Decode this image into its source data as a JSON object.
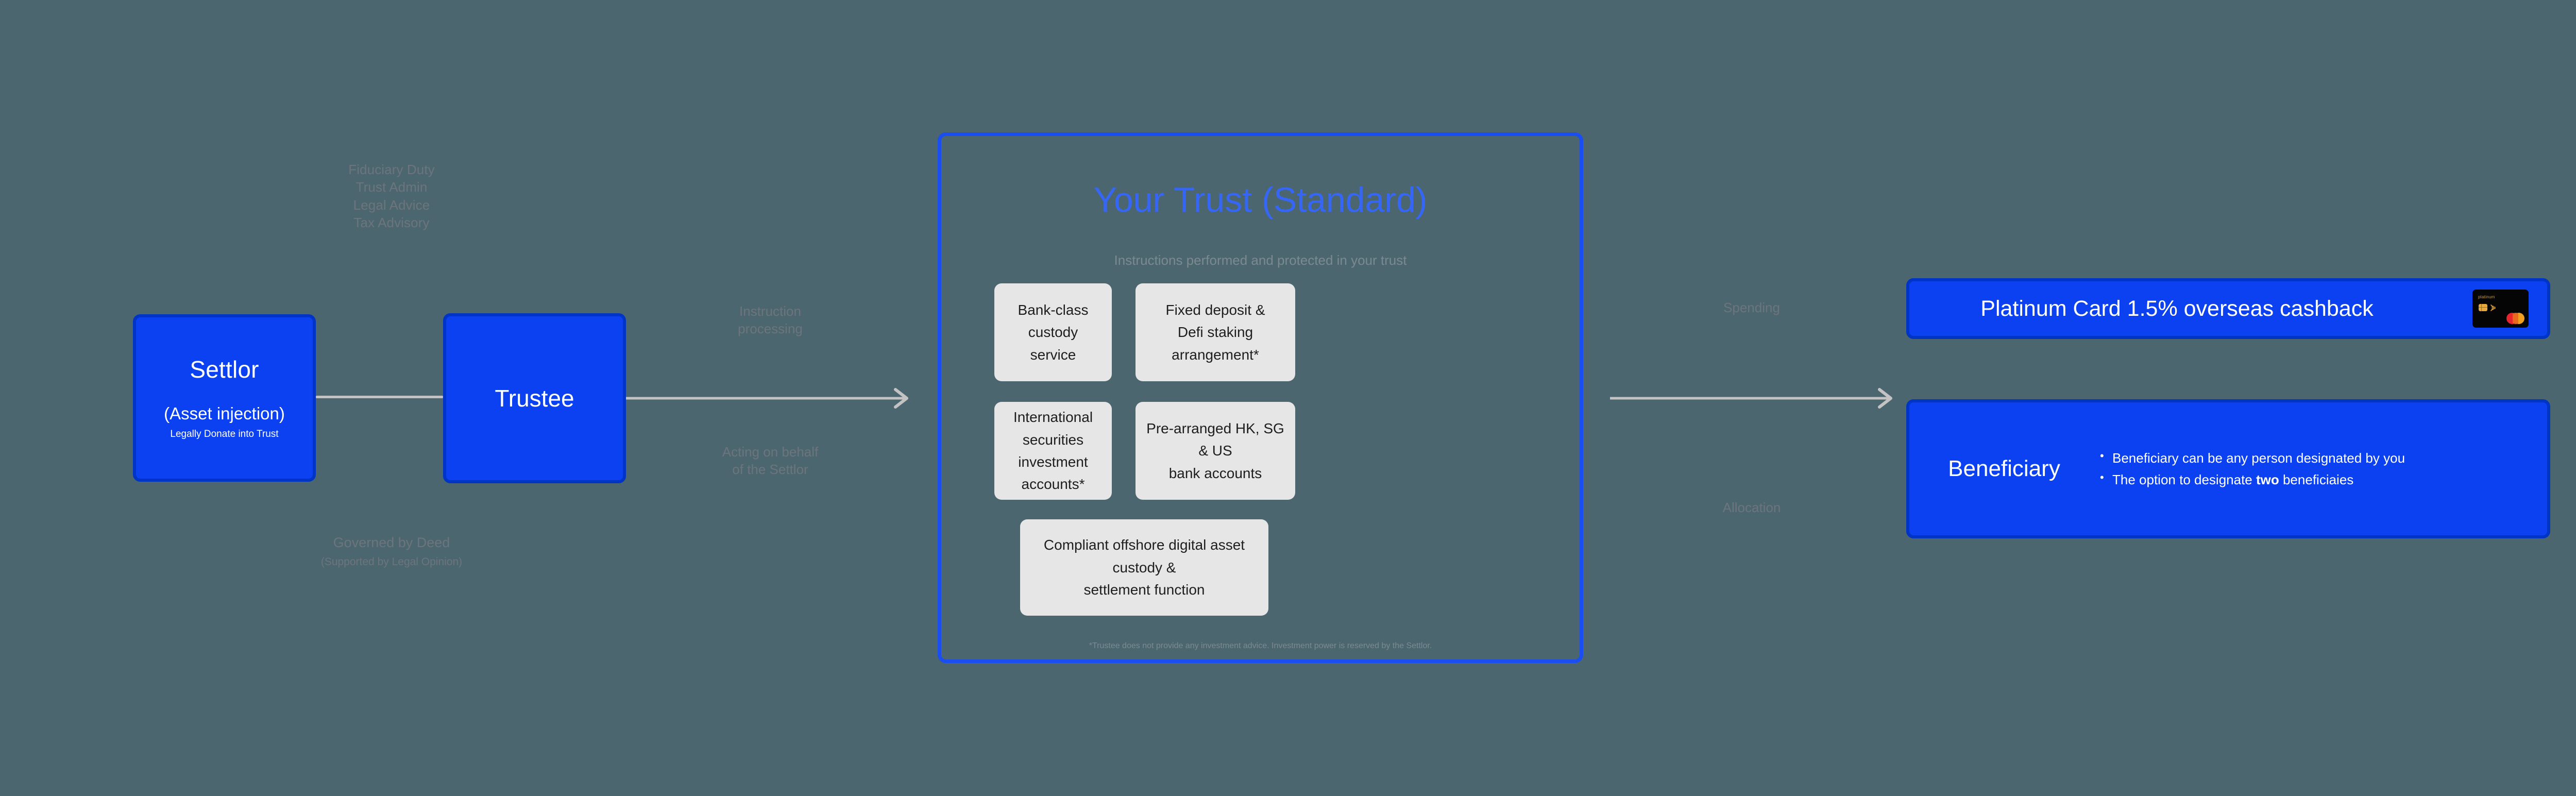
{
  "theme": {
    "background": "#4c6670",
    "brand_blue": "#0b41f0",
    "brand_blue_border": "#0034c4",
    "trust_border": "#1a4ef0",
    "trust_title_color": "#3566f5",
    "muted_text": "#6c757d",
    "card_fill": "#e6e6e6",
    "connector": "#c3c3c3"
  },
  "settlor": {
    "title": "Settlor",
    "subtitle": "(Asset injection)",
    "note": "Legally Donate into Trust"
  },
  "trustee": {
    "title": "Trustee"
  },
  "captions": {
    "fiduciary": "Fiduciary Duty\nTrust Admin\nLegal Advice\nTax Advisory",
    "governed": "Governed by Deed",
    "governed_sub": "(Supported by Legal Opinion)",
    "instruction": "Instruction\nprocessing",
    "acting": "Acting on behalf\nof the Settlor",
    "spending": "Spending",
    "allocation": "Allocation"
  },
  "trust": {
    "title": "Your Trust (Standard)",
    "subtitle": "Instructions performed and protected in your trust",
    "services": [
      "Bank-class custody service",
      "Fixed deposit &\nDefi staking arrangement*",
      "International securities\ninvestment accounts*",
      "Pre-arranged HK, SG & US\nbank accounts",
      "Compliant offshore digital asset custody &\nsettlement function"
    ],
    "footnote": "*Trustee does not provide any investment advice. Investment power is reserved by the Settlor."
  },
  "card_panel": {
    "headline": "Platinum Card 1.5% overseas cashback",
    "card_art": {
      "brand_text": "platinum",
      "chip": "emv-chip",
      "contactless": "contactless-icon",
      "network_logo": "mastercard-logo"
    }
  },
  "beneficiary_panel": {
    "title": "Beneficiary",
    "bullets": [
      "Beneficiary can be any person designated by you",
      "The option to designate two beneficiaies"
    ],
    "bullet_2_prefix": "The option to designate ",
    "bullet_2_bold": "two",
    "bullet_2_suffix": " beneficiaies"
  },
  "arrows": {
    "trustee_to_trust": "arrow-right",
    "trust_to_beneficiary": "arrow-right"
  }
}
